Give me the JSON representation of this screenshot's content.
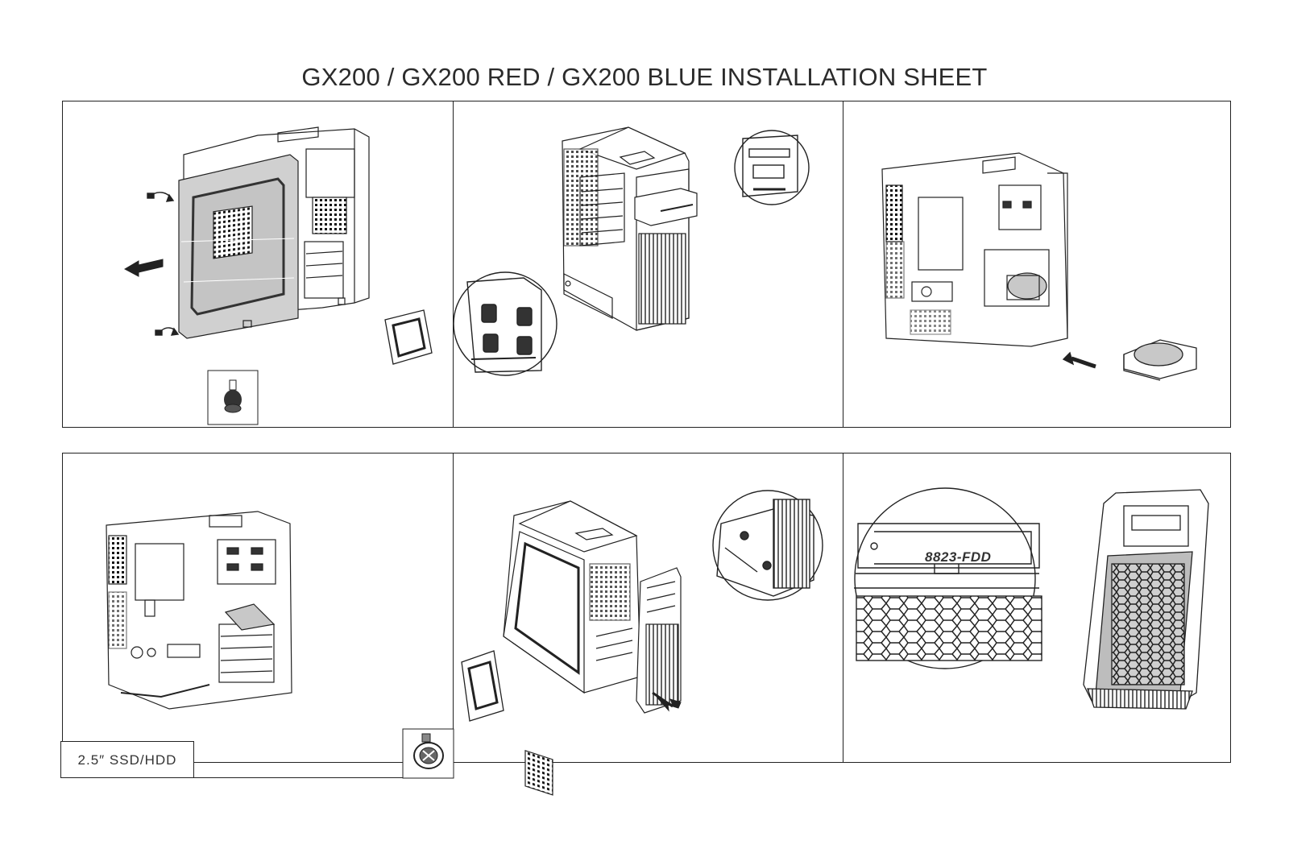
{
  "sheet": {
    "title": "GX200 / GX200 RED / GX200 BLUE INSTALLATION SHEET"
  },
  "steps": {
    "storage_label": "2.5″ SSD/HDD",
    "fdd_marking": "8823-FDD"
  },
  "icons": [
    "thumbscrew-icon",
    "screw-icon",
    "arrow-icon",
    "case-illustration",
    "magnifier-circle"
  ]
}
